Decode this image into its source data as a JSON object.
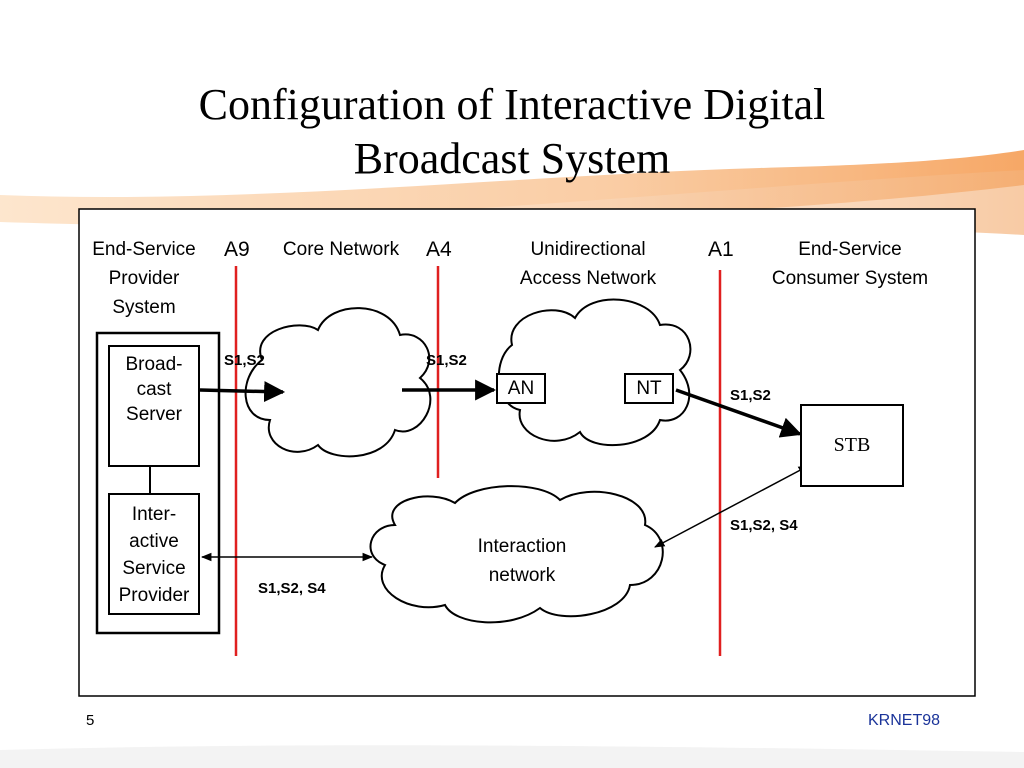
{
  "slide": {
    "title_line1": "Configuration of Interactive Digital",
    "title_line2": "Broadcast System",
    "slide_number": "5",
    "footer": "KRNET98"
  },
  "diagram": {
    "regions": {
      "provider_line1": "End-Service",
      "provider_line2": "Provider",
      "provider_line3": "System",
      "core_network": "Core Network",
      "access_line1": "Unidirectional",
      "access_line2": "Access Network",
      "consumer_line1": "End-Service",
      "consumer_line2": "Consumer System"
    },
    "interfaces": {
      "a9": "A9",
      "a4": "A4",
      "a1": "A1"
    },
    "boxes": {
      "broadcast_server_line1": "Broad-",
      "broadcast_server_line2": "cast",
      "broadcast_server_line3": "Server",
      "interactive_provider_line1": "Inter-",
      "interactive_provider_line2": "active",
      "interactive_provider_line3": "Service",
      "interactive_provider_line4": "Provider",
      "an": "AN",
      "nt": "NT",
      "stb": "STB"
    },
    "interaction_network_line1": "Interaction",
    "interaction_network_line2": "network",
    "signals": {
      "server_to_core": "S1,S2",
      "core_to_access": "S1,S2",
      "nt_to_stb": "S1,S2",
      "stb_interaction": "S1,S2, S4",
      "provider_interaction": "S1,S2, S4"
    },
    "colors": {
      "interface_line": "#e02020",
      "background_swoosh": "#f7c89a",
      "footer": "#1a3399"
    }
  }
}
